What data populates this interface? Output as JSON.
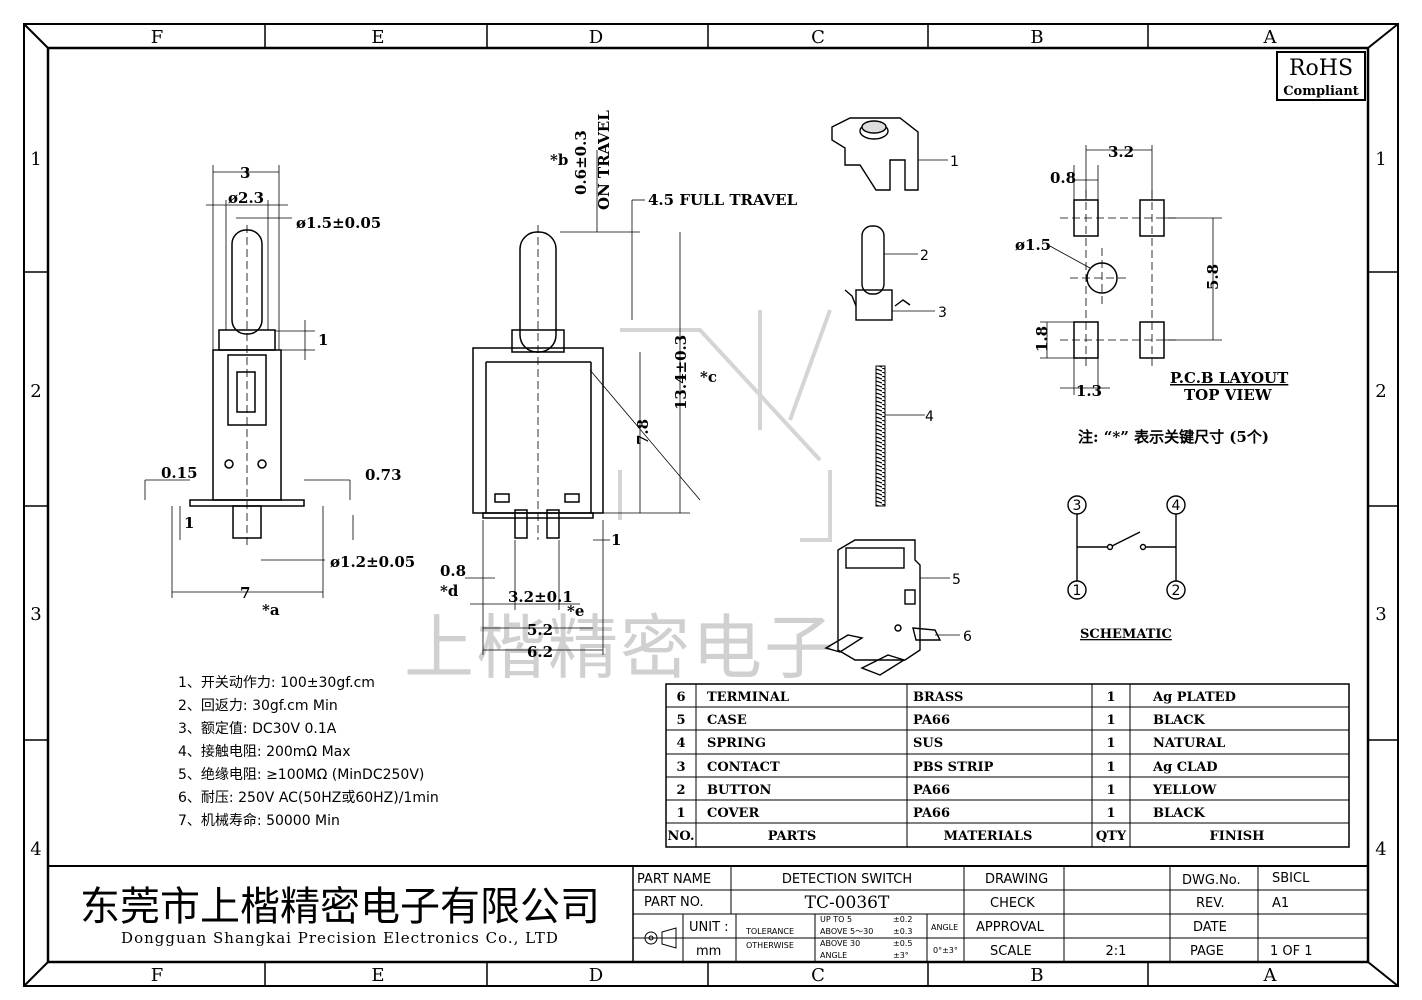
{
  "zones": {
    "columns": [
      "F",
      "E",
      "D",
      "C",
      "B",
      "A"
    ],
    "rows": [
      "1",
      "2",
      "3",
      "4"
    ]
  },
  "rohs": {
    "line1": "RoHS",
    "line2": "Compliant"
  },
  "watermark": "上楷精密电子",
  "side_view": {
    "dim_3": "3",
    "dim_23": "ø2.3",
    "dim_15": "ø1.5±0.05",
    "dim_1": "1",
    "dim_015": "0.15",
    "dim_073": "0.73",
    "dim_1b": "1",
    "dim_12": "ø1.2±0.05",
    "dim_7": "7",
    "mark_a": "*a"
  },
  "front_view": {
    "mark_b": "*b",
    "travel_on": "0.6±0.3",
    "travel_on2": "ON TRAVEL",
    "full_travel": "4.5 FULL TRAVEL",
    "dim_134": "13.4±0.3",
    "mark_c": "*c",
    "dim_78": "7.8",
    "dim_1": "1",
    "dim_08": "0.8",
    "mark_d": "*d",
    "dim_32": "3.2±0.1",
    "mark_e": "*e",
    "dim_52": "5.2",
    "dim_62": "6.2"
  },
  "parts_callouts": [
    "1",
    "2",
    "3",
    "4",
    "5",
    "6"
  ],
  "pcb": {
    "dim_32": "3.2",
    "dim_08": "0.8",
    "dim_15": "ø1.5",
    "dim_58": "5.8",
    "dim_18": "1.8",
    "dim_13": "1.3",
    "title": "P.C.B LAYOUT",
    "subtitle": "TOP VIEW",
    "note": "注: “*” 表示关键尺寸 (5个)"
  },
  "schematic": {
    "pins": [
      "3",
      "4",
      "1",
      "2"
    ],
    "label": "SCHEMATIC"
  },
  "specs": [
    "1、开关动作力: 100±30gf.cm",
    "2、回返力: 30gf.cm  Min",
    "3、额定值: DC30V 0.1A",
    "4、接触电阻: 200mΩ  Max",
    "5、绝缘电阻: ≥100MΩ (MinDC250V)",
    "6、耐压: 250V AC(50HZ或60HZ)/1min",
    "7、机械寿命: 50000 Min"
  ],
  "bom": {
    "headers": [
      "NO.",
      "PARTS",
      "MATERIALS",
      "QTY",
      "FINISH"
    ],
    "rows": [
      [
        "6",
        "TERMINAL",
        "BRASS",
        "1",
        "Ag PLATED"
      ],
      [
        "5",
        "CASE",
        "PA66",
        "1",
        "BLACK"
      ],
      [
        "4",
        "SPRING",
        "SUS",
        "1",
        "NATURAL"
      ],
      [
        "3",
        "CONTACT",
        "PBS STRIP",
        "1",
        "Ag CLAD"
      ],
      [
        "2",
        "BUTTON",
        "PA66",
        "1",
        "YELLOW"
      ],
      [
        "1",
        "COVER",
        "PA66",
        "1",
        "BLACK"
      ]
    ]
  },
  "title_block": {
    "company_cn": "东莞市上楷精密电子有限公司",
    "company_en": "Dongguan Shangkai Precision Electronics Co., LTD",
    "part_name_label": "PART NAME",
    "part_name": "DETECTION SWITCH",
    "part_no_label": "PART NO.",
    "part_no": "TC-0036T",
    "unit_label": "UNIT :",
    "unit": "mm",
    "tolerance_label": "TOLERANCE",
    "otherwise_label": "OTHERWISE",
    "tol_rows": [
      [
        "UP TO 5",
        "±0.2"
      ],
      [
        "ABOVE 5～30",
        "±0.3"
      ],
      [
        "ABOVE 30",
        "±0.5"
      ],
      [
        "ANGLE",
        "±3°"
      ]
    ],
    "angle_label": "ANGLE",
    "angle_val": "0°±3°",
    "drawing": "DRAWING",
    "check": "CHECK",
    "approval": "APPROVAL",
    "scale_label": "SCALE",
    "scale": "2:1",
    "dwg_no_label": "DWG.No.",
    "dwg_no": "SBICL",
    "rev_label": "REV.",
    "rev": "A1",
    "date_label": "DATE",
    "page_label": "PAGE",
    "page": "1 OF 1"
  }
}
